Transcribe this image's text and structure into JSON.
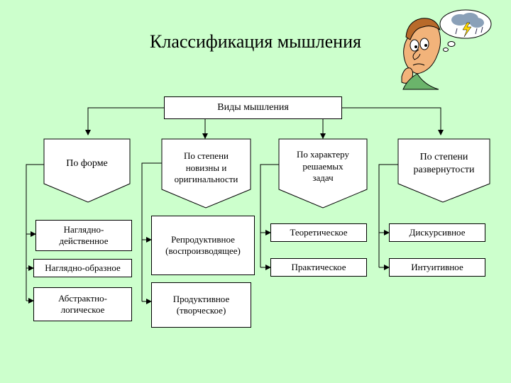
{
  "title": "Классификация мышления",
  "root": "Виды мышления",
  "categories": [
    {
      "label": "По форме"
    },
    {
      "label": "По степени\nновизны и\nоригинальности"
    },
    {
      "label": "По характеру\nрешаемых\nзадач"
    },
    {
      "label": "По степени\nразвернутости"
    }
  ],
  "form_types": [
    "Наглядно-\nдейственное",
    "Наглядно-образное",
    "Абстрактно-\nлогическое"
  ],
  "novelty_types": [
    "Репродуктивное\n(воспроизводящее)",
    "Продуктивное\n(творческое)"
  ],
  "task_types": [
    "Теоретическое",
    "Практическое"
  ],
  "development_types": [
    "Дискурсивное",
    "Интуитивное"
  ]
}
